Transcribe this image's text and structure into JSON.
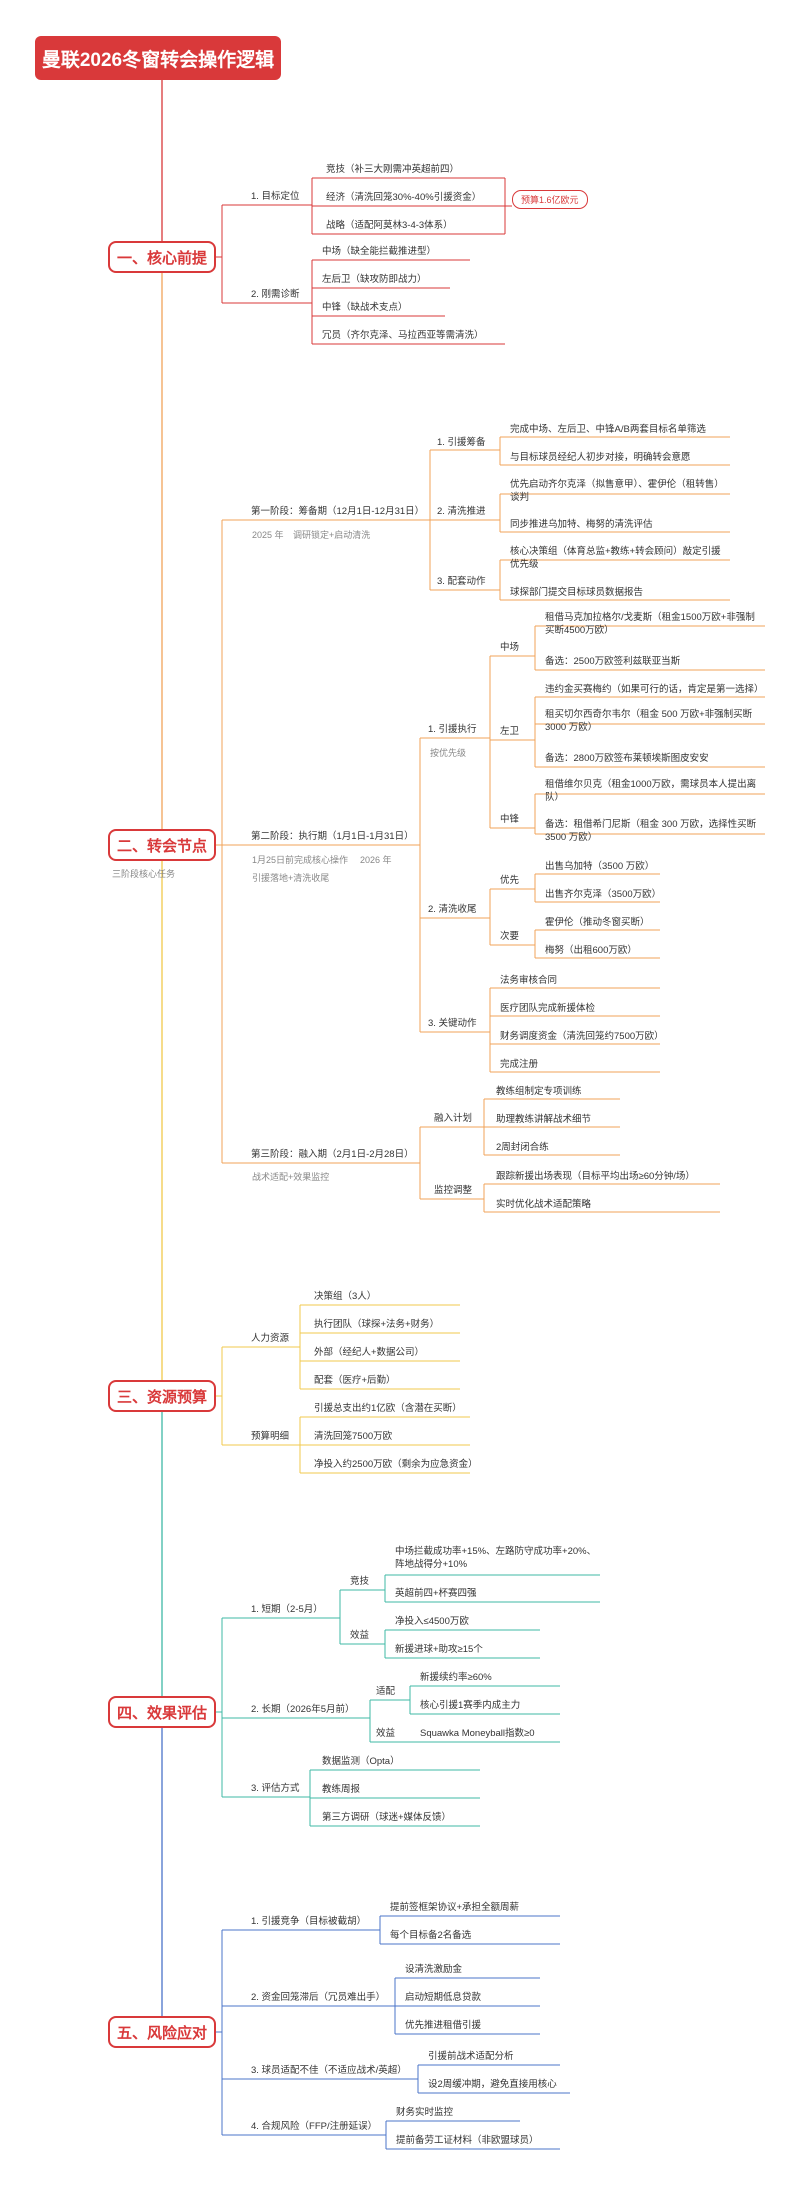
{
  "title": "曼联2026冬窗转会操作逻辑",
  "colors": {
    "red": "#d9393a",
    "orange": "#f0a35a",
    "yellow": "#f2c94c",
    "teal": "#3fb8a6",
    "blue": "#4b74c9"
  },
  "sections": [
    {
      "label": "一、核心前提"
    },
    {
      "label": "二、转会节点",
      "sub": "三阶段核心任务"
    },
    {
      "label": "三、资源预算"
    },
    {
      "label": "四、效果评估"
    },
    {
      "label": "五、风险应对"
    }
  ],
  "s1": {
    "goal": "1. 目标定位",
    "goal_items": [
      "竞技（补三大刚需冲英超前四）",
      "经济（清洗回笼30%-40%引援资金）",
      "战略（适配阿莫林3-4-3体系）"
    ],
    "budget": "预算1.6亿欧元",
    "need": "2. 刚需诊断",
    "need_items": [
      "中场（缺全能拦截推进型）",
      "左后卫（缺攻防即战力）",
      "中锋（缺战术支点）",
      "冗员（齐尔克泽、马拉西亚等需清洗）"
    ]
  },
  "s2": {
    "p1": "第一阶段：筹备期（12月1日-12月31日）",
    "p1_sub_a": "2025 年",
    "p1_sub_b": "调研锁定+启动清洗",
    "p1_items": [
      "1. 引援筹备",
      "2. 清洗推进",
      "3. 配套动作"
    ],
    "p1_leaves": [
      "完成中场、左后卫、中锋A/B两套目标名单筛选",
      "与目标球员经纪人初步对接，明确转会意愿",
      "优先启动齐尔克泽（拟售意甲）、霍伊伦（租转售）谈判",
      "同步推进乌加特、梅努的清洗评估",
      "核心决策组（体育总监+教练+转会顾问）敲定引援优先级",
      "球探部门提交目标球员数据报告"
    ],
    "p2": "第二阶段：执行期（1月1日-1月31日）",
    "p2_sub_a": "1月25日前完成核心操作",
    "p2_sub_b": "2026 年",
    "p2_sub_c": "引援落地+清洗收尾",
    "p2_exec": "1. 引援执行",
    "p2_exec_sub": "按优先级",
    "pos": [
      "中场",
      "左卫",
      "中锋"
    ],
    "mid": [
      "租借马克加拉格尔/戈麦斯（租金1500万欧+非强制买断4500万欧）",
      "备选：2500万欧签利兹联亚当斯"
    ],
    "lb": [
      "违约金买赛梅约（如果可行的话，肯定是第一选择）",
      "租买切尔西奇尔韦尔（租金 500 万欧+非强制买断 3000 万欧）",
      "备选：2800万欧签布莱顿埃斯图皮安安"
    ],
    "cf": [
      "租借维尔贝克（租金1000万欧，需球员本人提出离队）",
      "备选：租借希门尼斯（租金 300 万欧，选择性买断 3500 万欧）"
    ],
    "p2_clear": "2. 清洗收尾",
    "clear_groups": [
      "优先",
      "次要"
    ],
    "prio": [
      "出售乌加特（3500 万欧）",
      "出售齐尔克泽（3500万欧）"
    ],
    "sec": [
      "霍伊伦（推动冬窗买断）",
      "梅努（出租600万欧）"
    ],
    "p2_key": "3. 关键动作",
    "key_items": [
      "法务审核合同",
      "医疗团队完成新援体检",
      "财务调度资金（清洗回笼约7500万欧）",
      "完成注册"
    ],
    "p3": "第三阶段：融入期（2月1日-2月28日）",
    "p3_sub": "战术适配+效果监控",
    "p3_a": "融入计划",
    "p3_a_items": [
      "教练组制定专项训练",
      "助理教练讲解战术细节",
      "2周封闭合练"
    ],
    "p3_b": "监控调整",
    "p3_b_items": [
      "跟踪新援出场表现（目标平均出场≥60分钟/场）",
      "实时优化战术适配策略"
    ]
  },
  "s3": {
    "hr": "人力资源",
    "hr_items": [
      "决策组（3人）",
      "执行团队（球探+法务+财务）",
      "外部（经纪人+数据公司）",
      "配套（医疗+后勤）"
    ],
    "bd": "预算明细",
    "bd_items": [
      "引援总支出约1亿欧（含潜在买断）",
      "清洗回笼7500万欧",
      "净投入约2500万欧（剩余为应急资金）"
    ]
  },
  "s4": {
    "short": "1. 短期（2-5月）",
    "short_a": "竞技",
    "short_a_items": [
      "中场拦截成功率+15%、左路防守成功率+20%、阵地战得分+10%",
      "英超前四+杯赛四强"
    ],
    "short_b": "效益",
    "short_b_items": [
      "净投入≤4500万欧",
      "新援进球+助攻≥15个"
    ],
    "long": "2. 长期（2026年5月前）",
    "long_a": "适配",
    "long_a_items": [
      "新援续约率≥60%",
      "核心引援1赛季内成主力"
    ],
    "long_b": "效益",
    "long_b_items": [
      "Squawka Moneyball指数≥0"
    ],
    "eval": "3. 评估方式",
    "eval_items": [
      "数据监测（Opta）",
      "教练周报",
      "第三方调研（球迷+媒体反馈）"
    ]
  },
  "s5": {
    "risks": [
      "1. 引援竞争（目标被截胡）",
      "2. 资金回笼滞后（冗员难出手）",
      "3. 球员适配不佳（不适应战术/英超）",
      "4. 合规风险（FFP/注册延误）"
    ],
    "r1": [
      "提前签框架协议+承担全额周薪",
      "每个目标备2名备选"
    ],
    "r2": [
      "设清洗激励金",
      "启动短期低息贷款",
      "优先推进租借引援"
    ],
    "r3": [
      "引援前战术适配分析",
      "设2周缓冲期，避免直接用核心"
    ],
    "r4": [
      "财务实时监控",
      "提前备劳工证材料（非欧盟球员）"
    ]
  }
}
